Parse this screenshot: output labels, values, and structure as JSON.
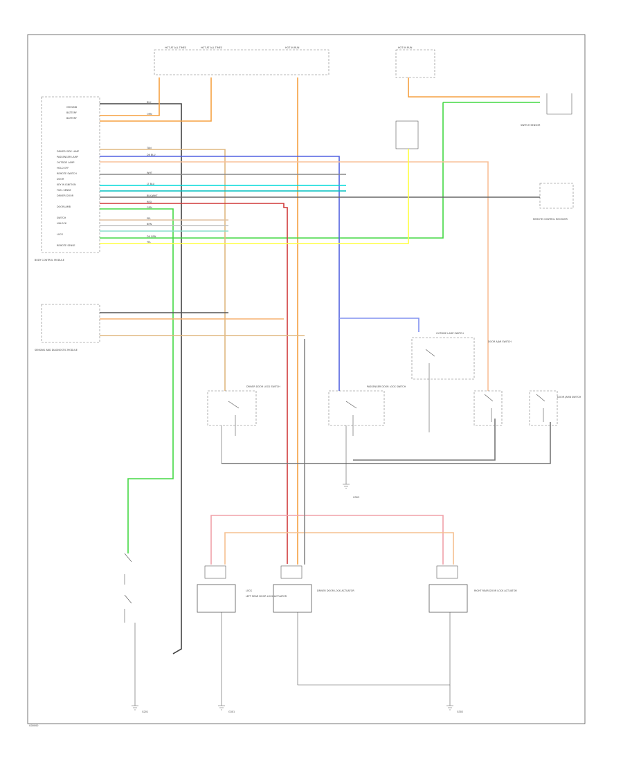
{
  "diagram": {
    "corner_code": "G00000",
    "labels": {
      "fuse_block_top": [
        "HOT AT ALL TIMES",
        "HOT AT ALL TIMES",
        "HOT IN RUN",
        "HOT IN RUN"
      ],
      "bcm_title": "BODY CONTROL MODULE",
      "bcm_pins": [
        "GROUND",
        "BATTERY",
        "BATTERY",
        "DRIVER SIDE LAMP",
        "PASSENGER LAMP",
        "OUTSIDE LAMP",
        "HOLD OFF",
        "REMOTE SWITCH",
        "DOOR",
        "KEY IN IGNITION",
        "FUEL SENSE",
        "DRIVER DOOR",
        "DOOR JAMB",
        "SWITCH",
        "UNLOCK",
        "LOCK",
        "REMOTE SENSE"
      ],
      "sir_module": "SENSING AND DIAGNOSTIC MODULE",
      "remote_control_receiver": "REMOTE CONTROL RECEIVER",
      "switch_sensor": "SWITCH SENSOR",
      "door_switches": [
        "DRIVER DOOR LOCK SWITCH",
        "PASSENGER DOOR LOCK SWITCH",
        "OUTSIDE LAMP SWITCH",
        "DOOR AJAR SWITCH",
        "DOOR JAMB SWITCH"
      ],
      "actuators": [
        "DRIVER DOOR LOCK ACTUATOR",
        "LEFT REAR DOOR LOCK ACTUATOR",
        "RIGHT REAR DOOR LOCK ACTUATOR"
      ],
      "grounds": [
        "G201",
        "G301",
        "G302",
        "G303"
      ],
      "wire_colors": [
        "BLK",
        "ORN",
        "RED",
        "GRN",
        "LT BLU",
        "DK BLU",
        "TAN",
        "WHT",
        "YEL",
        "PPL",
        "BRN",
        "DK GRN",
        "BLK/WHT"
      ]
    }
  },
  "colors": {
    "wire_black": "#444444",
    "wire_orange": "#f5a040",
    "wire_red": "#d03a3a",
    "wire_green": "#44d844",
    "wire_blue": "#5060e0",
    "wire_tan": "#e0b880",
    "wire_cyan": "#00d8d8",
    "wire_yellow": "#ffff40",
    "wire_pink": "#f0a0a8",
    "wire_gray": "#888888"
  }
}
